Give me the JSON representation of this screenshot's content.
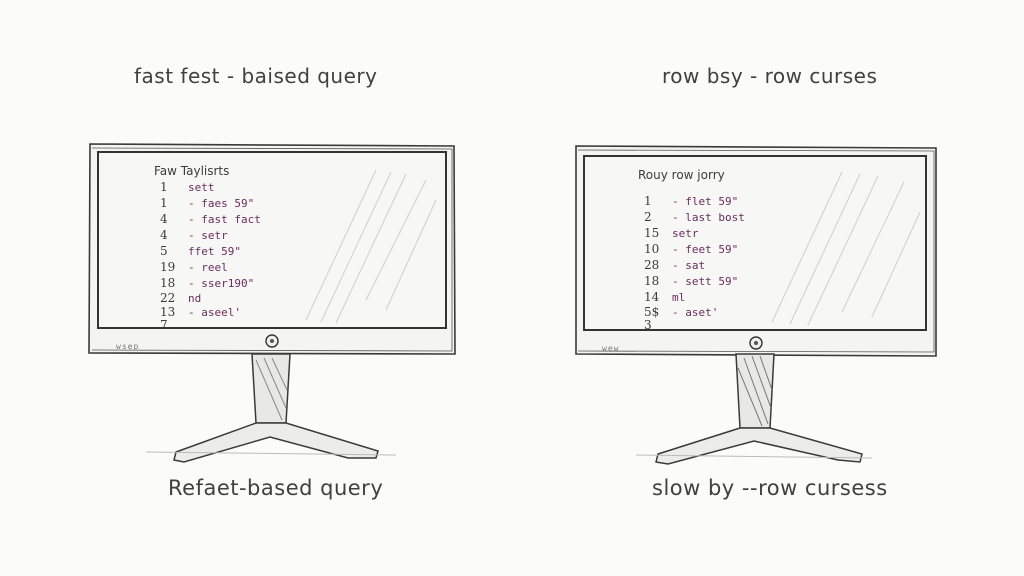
{
  "captions": {
    "top_left": "fast fest - baised query",
    "top_right": "row bsy - row curses",
    "bottom_left": "Refaet-based query",
    "bottom_right": "slow by --row cursess"
  },
  "left_monitor": {
    "screen_title": "Faw Taylisrts",
    "bezel_label": "wsep",
    "rows": [
      {
        "line": "1",
        "code": "sett"
      },
      {
        "line": "1",
        "code": "- faes 59\""
      },
      {
        "line": "4",
        "code": "- fast fact"
      },
      {
        "line": "4",
        "code": "- setr"
      },
      {
        "line": "5",
        "code": "ffet 59\""
      },
      {
        "line": "19",
        "code": "- reel"
      },
      {
        "line": "18",
        "code": "- sser190\""
      },
      {
        "line": "22",
        "code": "nd"
      },
      {
        "line": "13",
        "code": "- aseel'"
      },
      {
        "line": "7",
        "code": ""
      }
    ]
  },
  "right_monitor": {
    "screen_title": "Rouy row jorry",
    "bezel_label": "wew",
    "rows": [
      {
        "line": "1",
        "code": "- flet 59\""
      },
      {
        "line": "2",
        "code": "- last bost"
      },
      {
        "line": "15",
        "code": "setr"
      },
      {
        "line": "10",
        "code": "- feet 59\""
      },
      {
        "line": "28",
        "code": "- sat"
      },
      {
        "line": "18",
        "code": "- sett 59\""
      },
      {
        "line": "14",
        "code": "ml"
      },
      {
        "line": "5$",
        "code": "- aset'"
      },
      {
        "line": "3",
        "code": ""
      }
    ]
  }
}
